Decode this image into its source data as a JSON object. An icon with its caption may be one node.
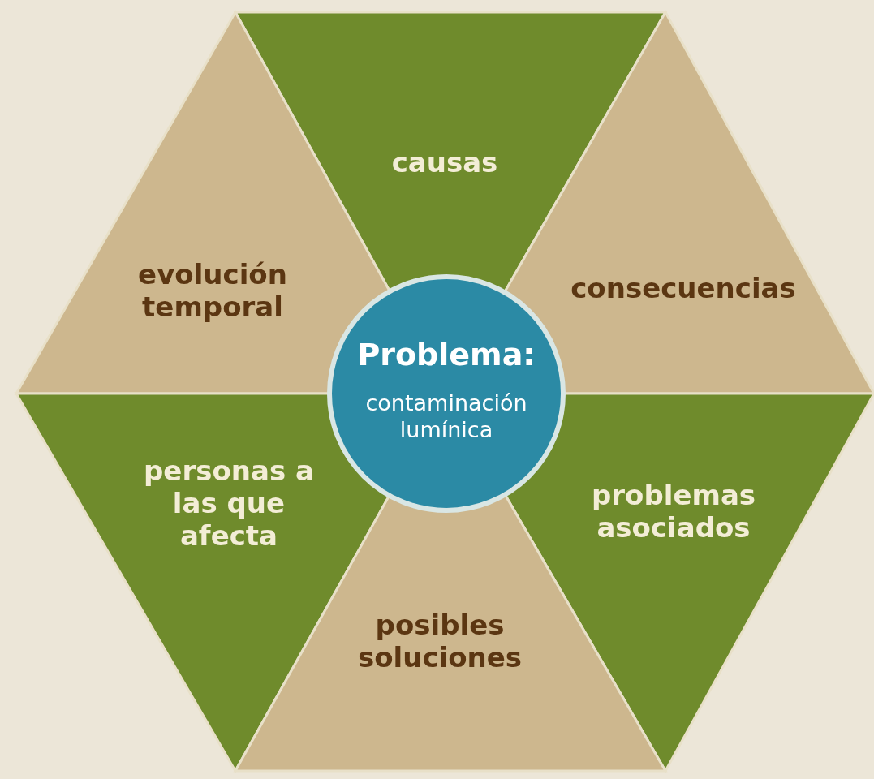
{
  "diagram": {
    "nodes": [
      {
        "text": [
          "causas"
        ]
      },
      {
        "text": [
          "evolución temporal"
        ]
      },
      {
        "text": [
          "consecuencias"
        ]
      },
      {
        "text": [
          "Problema:",
          "contaminación lumínica"
        ]
      },
      {
        "text": [
          "personas a las que afecta"
        ]
      },
      {
        "text": [
          "problemas asociados"
        ]
      },
      {
        "text": [
          "posibles soluciones"
        ]
      }
    ]
  }
}
